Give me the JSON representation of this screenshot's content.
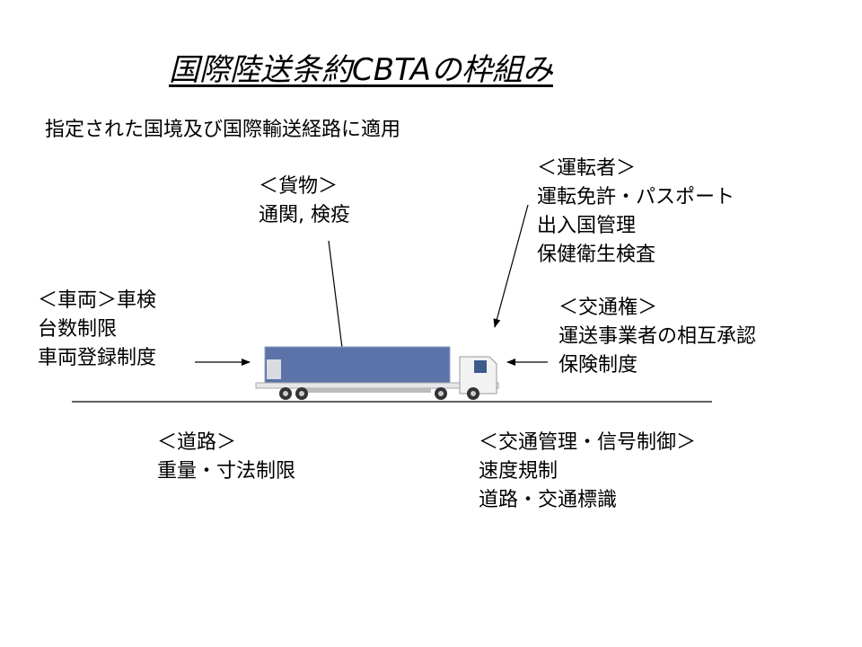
{
  "title": "国際陸送条約CBTAの枠組み",
  "subtitle": "指定された国境及び国際輸送経路に適用",
  "cargo": {
    "heading": "＜貨物＞",
    "lines": [
      "通関, 検疫"
    ]
  },
  "driver": {
    "heading": "＜運転者＞",
    "lines": [
      "運転免許・パスポート",
      "出入国管理",
      "保健衛生検査"
    ]
  },
  "vehicle": {
    "heading": "＜車両＞車検",
    "lines": [
      "台数制限",
      "車両登録制度"
    ]
  },
  "traffic_rights": {
    "heading": "＜交通権＞",
    "lines": [
      "運送事業者の相互承認",
      "保険制度"
    ]
  },
  "road": {
    "heading": "＜道路＞",
    "lines": [
      "重量・寸法制限"
    ]
  },
  "traffic_control": {
    "heading": "＜交通管理・信号制御＞",
    "lines": [
      "速度規制",
      "道路・交通標識"
    ]
  },
  "colors": {
    "container": "#5b73a8",
    "cab": "#f2f2f2",
    "text": "#000000"
  }
}
